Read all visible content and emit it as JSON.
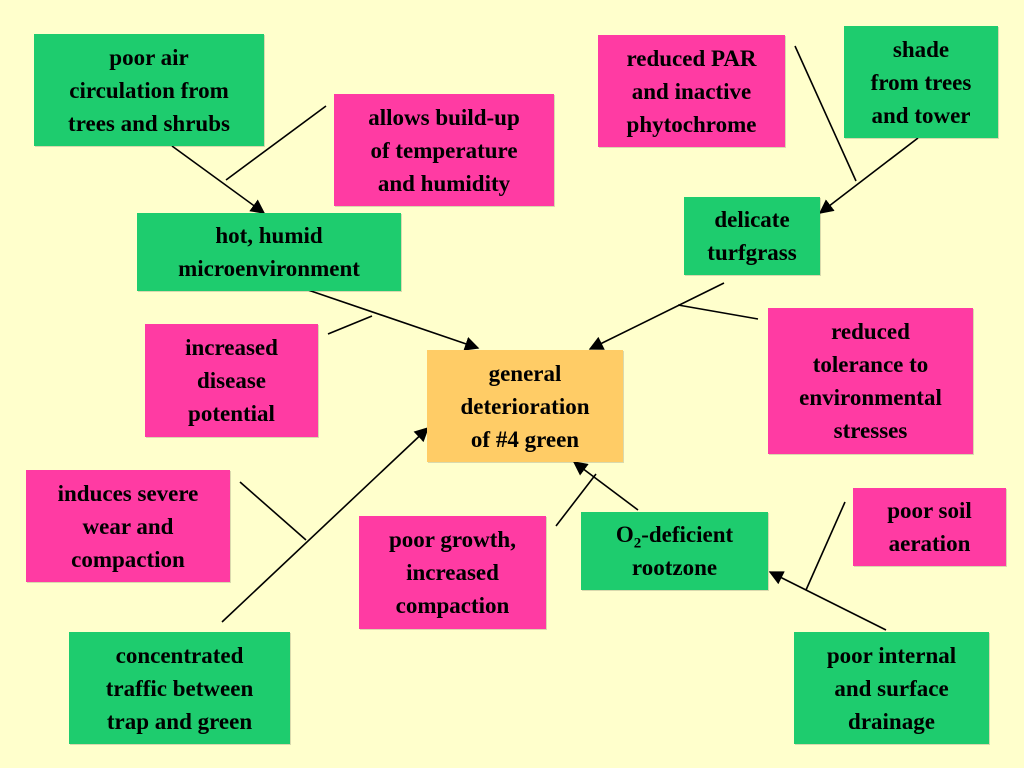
{
  "colors": {
    "background": "#ffffcc",
    "cause_box": "#1ecc6e",
    "mechanism_box": "#ff3ba3",
    "outcome_box": "#ffcc66",
    "line": "#000000"
  },
  "nodes": {
    "poor_air": {
      "lines": [
        "poor air",
        "circulation from",
        "trees and shrubs"
      ]
    },
    "build_up": {
      "lines": [
        "allows build-up",
        "of temperature",
        "and humidity"
      ]
    },
    "hot_humid": {
      "lines": [
        "hot, humid",
        "microenvironment"
      ]
    },
    "disease": {
      "lines": [
        "increased",
        "disease",
        "potential"
      ]
    },
    "reduced_par": {
      "lines": [
        "reduced PAR",
        "and inactive",
        "phytochrome"
      ]
    },
    "shade": {
      "lines": [
        "shade",
        "from trees",
        "and tower"
      ]
    },
    "delicate": {
      "lines": [
        "delicate",
        "turfgrass"
      ]
    },
    "tolerance": {
      "lines": [
        "reduced",
        "tolerance to",
        "environmental",
        "stresses"
      ]
    },
    "general": {
      "lines": [
        "general",
        "deterioration",
        "of #4 green"
      ]
    },
    "wear": {
      "lines": [
        "induces severe",
        "wear and",
        "compaction"
      ]
    },
    "traffic": {
      "lines": [
        "concentrated",
        "traffic between",
        "trap and green"
      ]
    },
    "poor_growth": {
      "lines": [
        "poor growth,",
        "increased",
        "compaction"
      ]
    },
    "o2": {
      "line1_pre": "O",
      "line1_sub": "2",
      "line1_post": "-deficient",
      "line2": "rootzone"
    },
    "aeration": {
      "lines": [
        "poor soil",
        "aeration"
      ]
    },
    "drainage": {
      "lines": [
        "poor internal",
        "and surface",
        "drainage"
      ]
    }
  }
}
